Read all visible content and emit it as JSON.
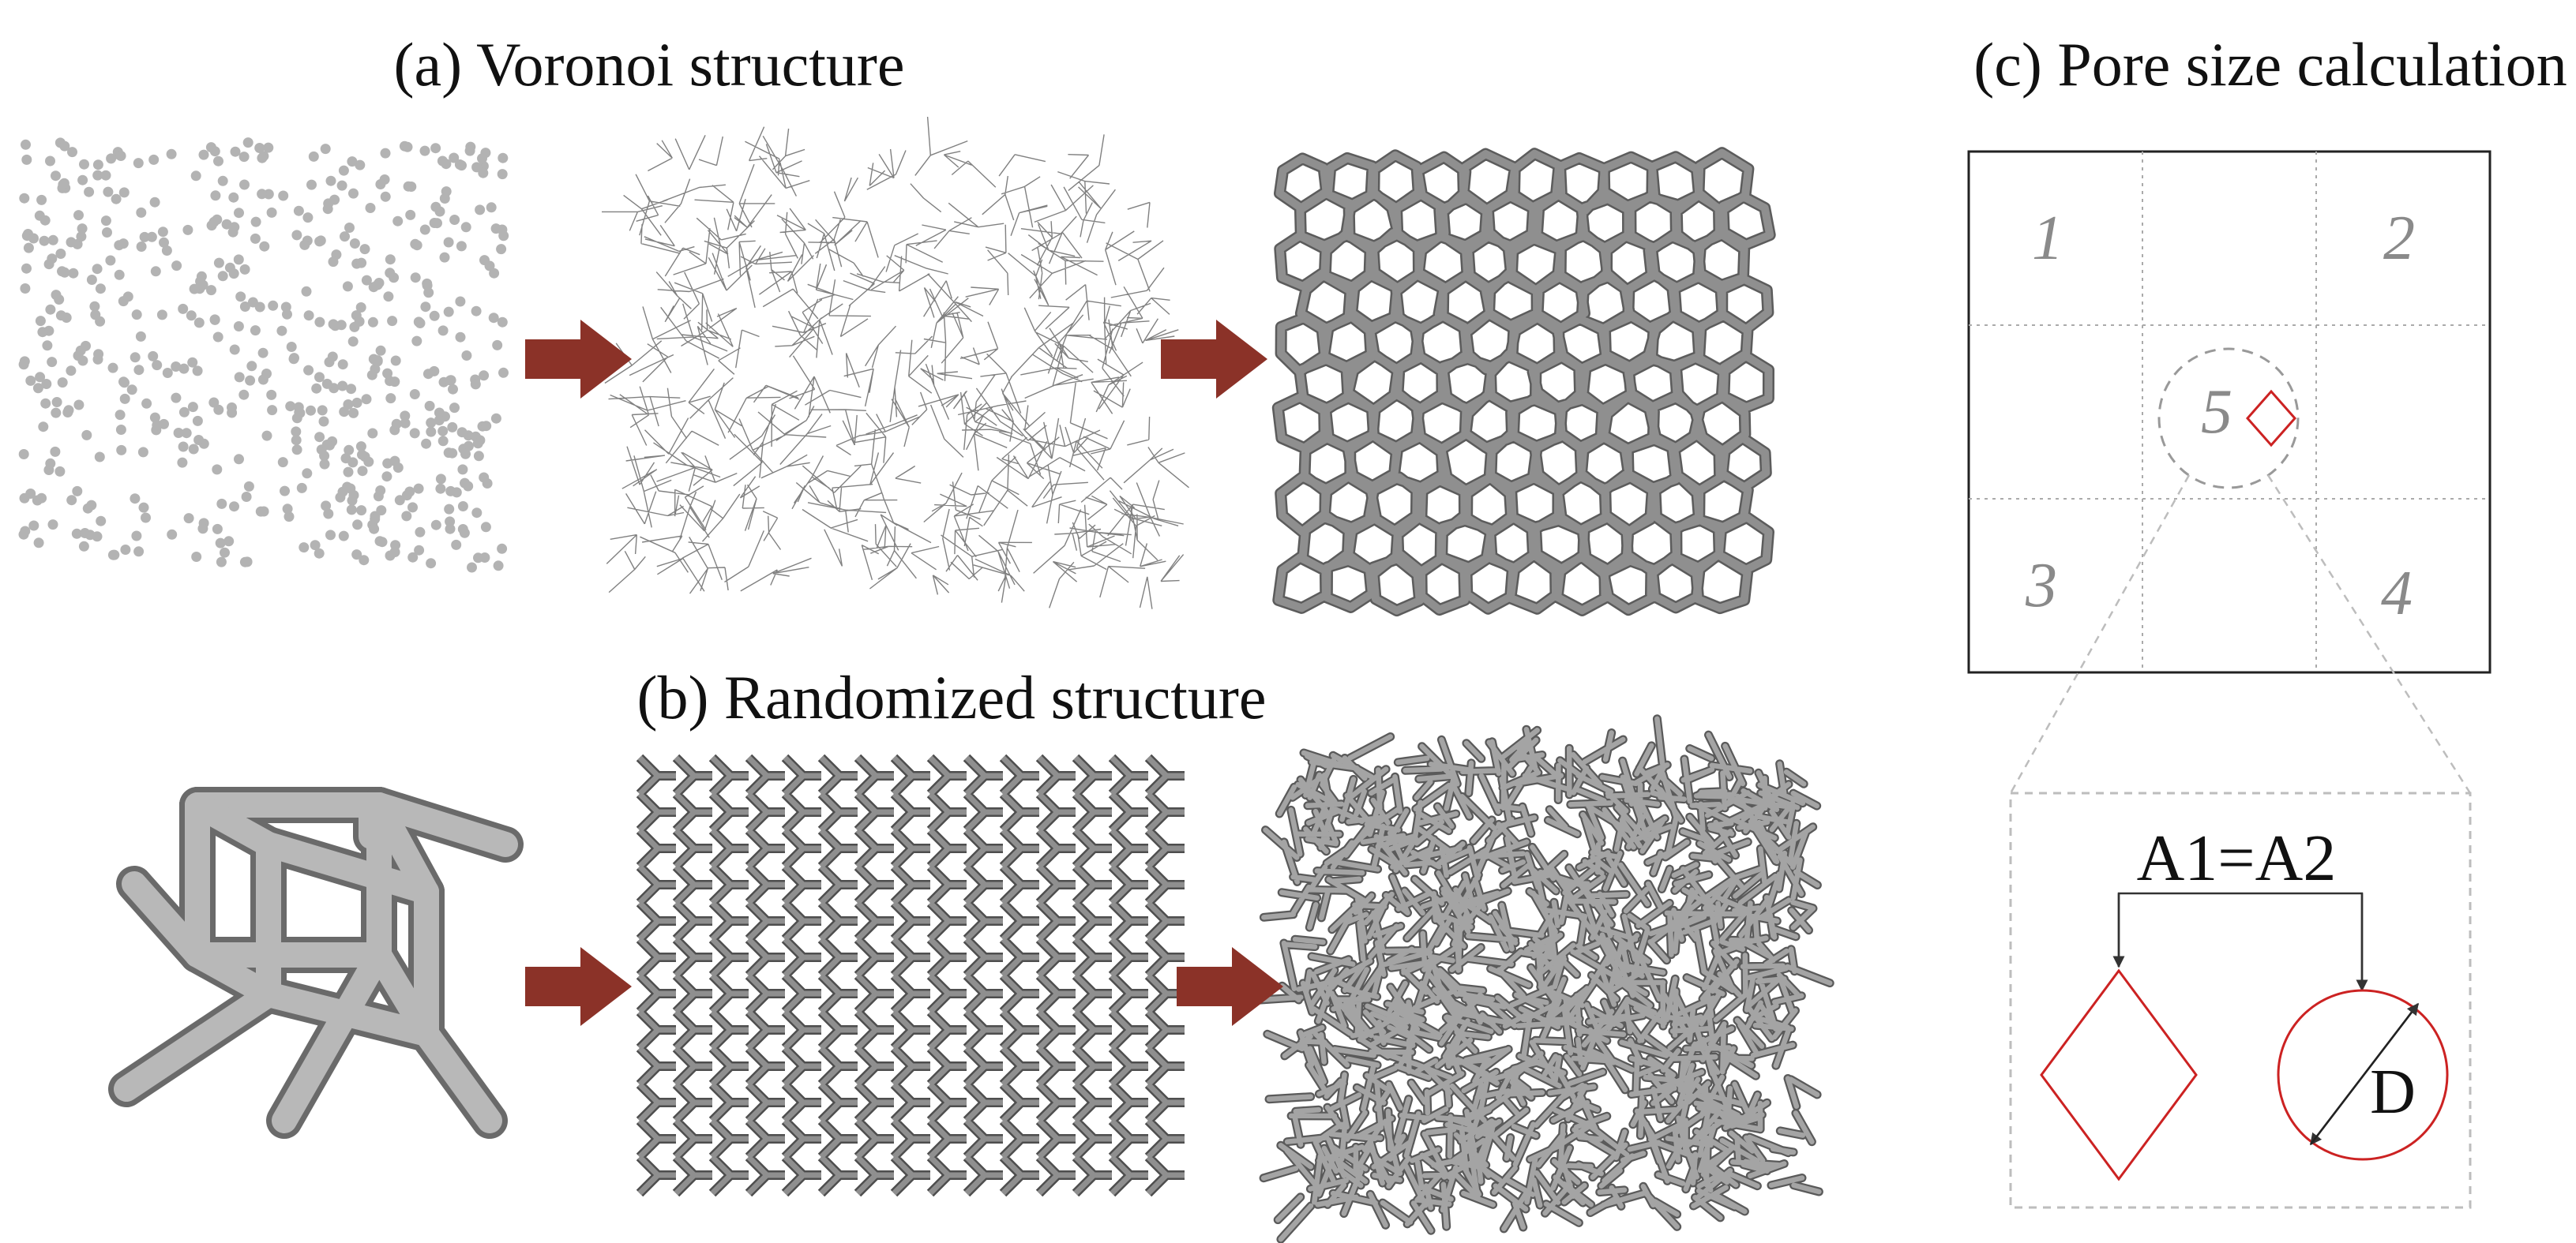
{
  "panels": {
    "a": {
      "title": "(a) Voronoi structure"
    },
    "b": {
      "title": "(b) Randomized structure"
    },
    "c": {
      "title": "(c) Pore size calculation",
      "cells": [
        "1",
        "2",
        "5",
        "3",
        "4"
      ],
      "equation": "A1=A2",
      "diameter_label": "D"
    }
  },
  "colors": {
    "arrow": "#8b3228",
    "strut": "#8f8f8f",
    "points": "#b3b3b3",
    "pore_outline": "#cc2222",
    "grid_line": "#aaaaaa"
  },
  "icons": [
    "seed-points",
    "voronoi-wireframe",
    "voronoi-solid-lattice",
    "unit-cell",
    "periodic-lattice",
    "randomized-lattice",
    "process-arrow"
  ]
}
